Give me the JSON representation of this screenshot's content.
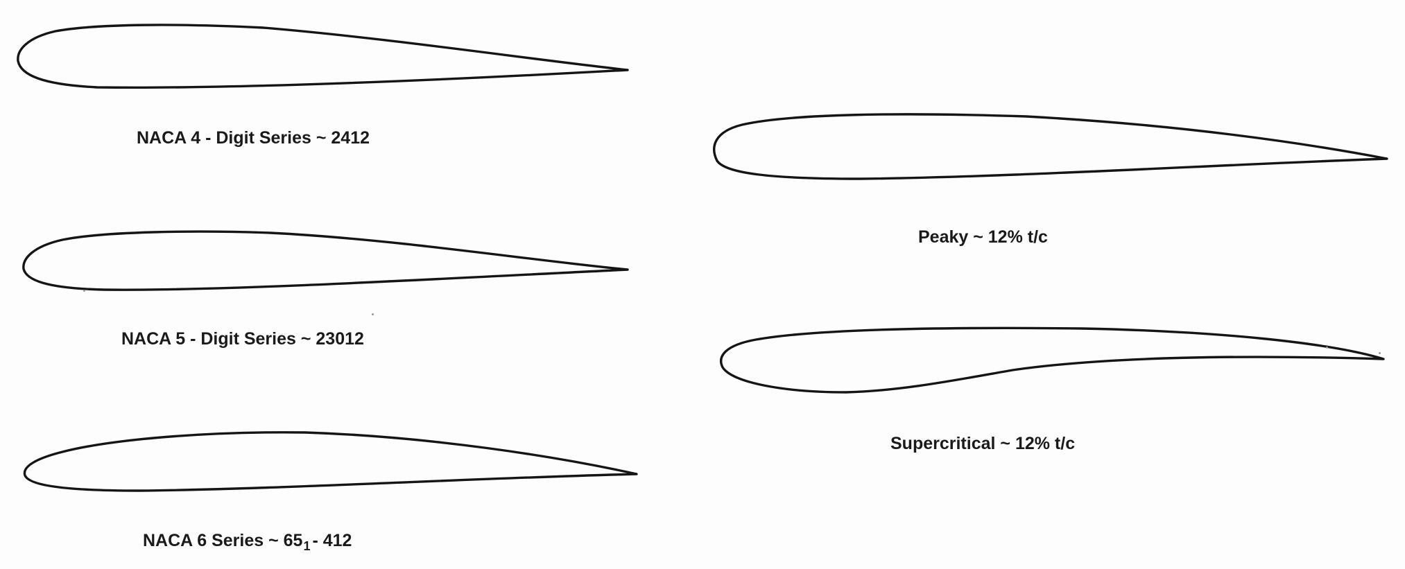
{
  "airfoils": {
    "naca4": {
      "label": "NACA 4 - Digit Series ~ 2412"
    },
    "naca5": {
      "label": "NACA 5 - Digit Series ~ 23012"
    },
    "naca6": {
      "label_prefix": "NACA 6 Series ~ 65",
      "label_sub": "1",
      "label_suffix": "- 412"
    },
    "peaky": {
      "label": "Peaky ~ 12% t/c"
    },
    "supercritical": {
      "label": "Supercritical ~ 12% t/c"
    }
  },
  "colors": {
    "outline": "#151515",
    "text": "#1a1a1a",
    "background": "#fdfdfd"
  }
}
